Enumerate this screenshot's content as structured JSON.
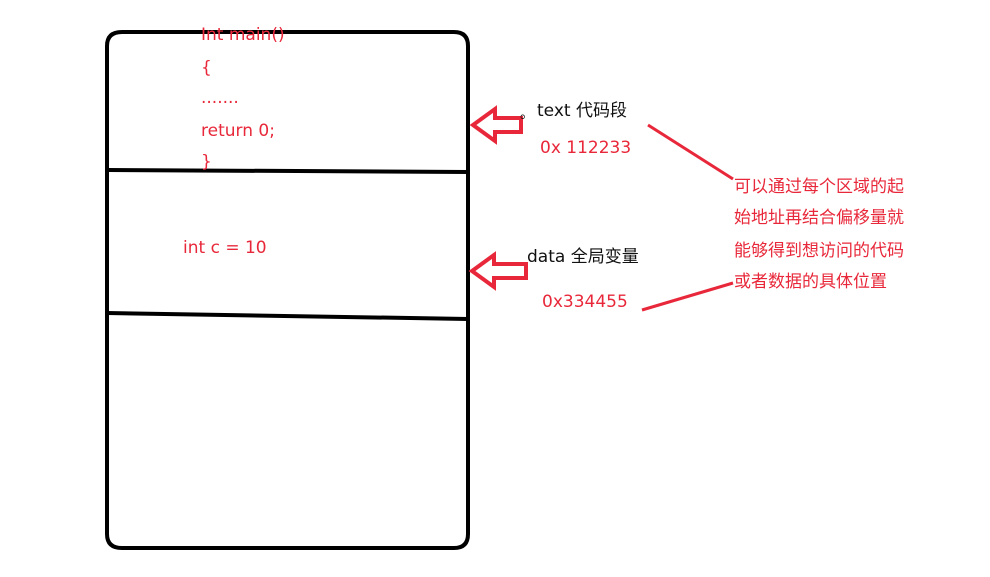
{
  "colors": {
    "annotation": "#e8283a",
    "outline": "#000000",
    "label": "#111111"
  },
  "code_segment": {
    "lines": [
      "Int main()",
      "{",
      ".......",
      "return 0;",
      "}"
    ]
  },
  "data_segment": {
    "code": "int c = 10"
  },
  "labels": {
    "text_prefix": "。",
    "text": "text 代码段",
    "text_addr": "0x 112233",
    "data": "data 全局变量",
    "data_addr": "0x334455"
  },
  "note": {
    "lines": [
      "可以通过每个区域的起",
      "始地址再结合偏移量就",
      "能够得到想访问的代码",
      "或者数据的具体位置"
    ]
  },
  "icons": {
    "text_arrow": "left-arrow-icon",
    "data_arrow": "left-arrow-icon"
  }
}
